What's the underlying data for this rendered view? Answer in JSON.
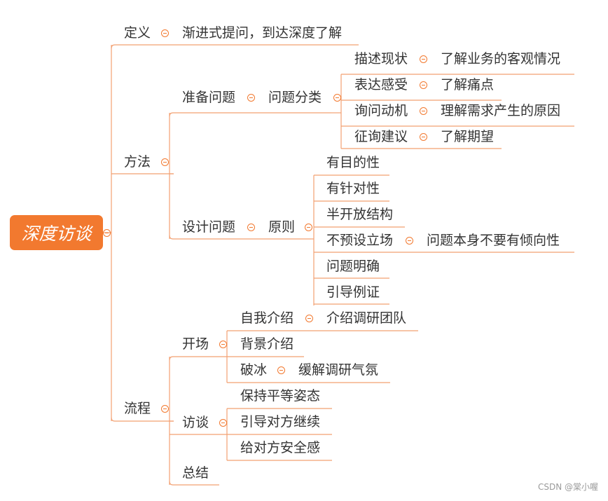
{
  "root": "深度访谈",
  "nodes": {
    "dingyi": "定义",
    "dingyi_desc": "渐进式提问，到达深度了解",
    "fangfa": "方法",
    "zhunbei": "准备问题",
    "fenlei": "问题分类",
    "miaoshu": "描述现状",
    "miaoshu_desc": "了解业务的客观情况",
    "biaoda": "表达感受",
    "biaoda_desc": "了解痛点",
    "xunwen": "询问动机",
    "xunwen_desc": "理解需求产生的原因",
    "zhengxun": "征询建议",
    "zhengxun_desc": "了解期望",
    "sheji": "设计问题",
    "yuanze": "原则",
    "mudi": "有目的性",
    "zhendui": "有针对性",
    "bankai": "半开放结构",
    "buyushe": "不预设立场",
    "buyushe_desc": "问题本身不要有倾向性",
    "mingque": "问题明确",
    "yindao": "引导例证",
    "liucheng": "流程",
    "kaichang": "开场",
    "ziwo": "自我介绍",
    "ziwo_desc": "介绍调研团队",
    "beijing": "背景介绍",
    "pobing": "破冰",
    "pobing_desc": "缓解调研气氛",
    "fangtan": "访谈",
    "pingdeng": "保持平等姿态",
    "jixu": "引导对方继续",
    "anquan": "给对方安全感",
    "zongjie": "总结"
  },
  "watermark": "CSDN @棠小喔",
  "colors": {
    "accent": "#f2792f",
    "line": "#f2a072",
    "text": "#333333"
  }
}
